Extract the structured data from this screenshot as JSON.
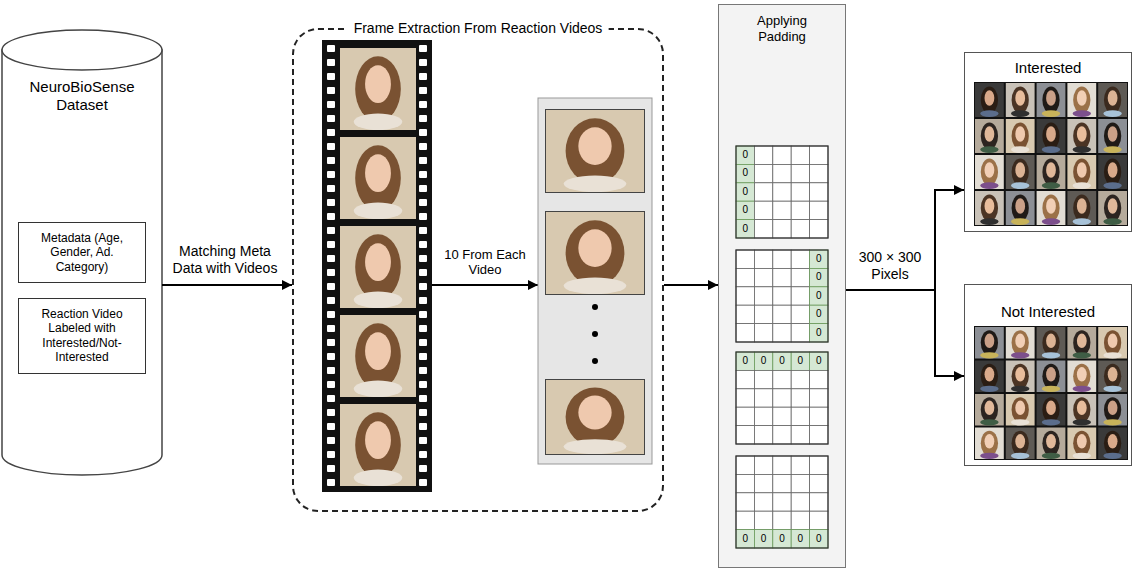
{
  "diagram": {
    "nodes": [
      {
        "text": [
          "NeuroBioSense Dataset"
        ]
      },
      {
        "text": [
          "Metadata (Age, Gender, Ad. Category)"
        ],
        "in": 0
      },
      {
        "text": [
          "Reaction Video Labeled with Interested/Not-Interested"
        ],
        "in": 0
      },
      {
        "text": [
          "Frame Extraction From Reaction Videos"
        ]
      },
      {
        "text": [
          "Applying Padding"
        ]
      },
      {
        "text": [
          "Interested"
        ]
      },
      {
        "text": [
          "Not Interested"
        ]
      }
    ],
    "edges": [
      {
        "from": 0,
        "to": 3,
        "arrow": "to",
        "label": "Matching Meta Data with Videos"
      },
      {
        "from": 3,
        "to": 4,
        "arrow": "to"
      },
      {
        "from": 4,
        "to": 5,
        "arrow": "to",
        "label": "300 × 300 Pixels"
      },
      {
        "from": 4,
        "to": 6,
        "arrow": "to"
      }
    ],
    "labels": [
      "10 From Each Video",
      "0",
      "0",
      "0",
      "0",
      "0",
      "0",
      "0",
      "0",
      "0",
      "0",
      "0",
      "0",
      "0",
      "0",
      "0",
      "0",
      "0",
      "0",
      "0",
      "0"
    ]
  }
}
